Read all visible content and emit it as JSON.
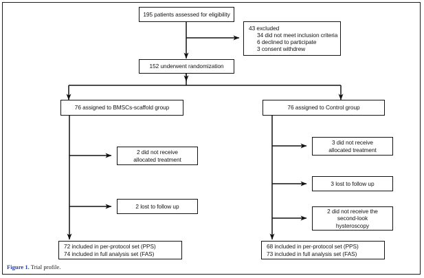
{
  "figure": {
    "caption_label": "Figure 1.",
    "caption_text": " Trial profile.",
    "caption_label_color": "#2a3f9d"
  },
  "chart_data": {
    "type": "diagram",
    "title": "Trial profile",
    "diagram_kind": "CONSORT participant flow chart",
    "nodes": [
      {
        "id": "enrollment",
        "lines": [
          "195 patients assessed for eligibility"
        ],
        "count": 195
      },
      {
        "id": "excluded",
        "lines": [
          "43 excluded",
          "34 did not meet inclusion criteria",
          "6 declined to participate",
          "3 consent withdrew"
        ],
        "count": 43
      },
      {
        "id": "randomized",
        "lines": [
          "152 underwent randomization"
        ],
        "count": 152
      },
      {
        "id": "arm-bmscs",
        "lines": [
          "76 assigned to BMSCs-scaffold group"
        ],
        "count": 76
      },
      {
        "id": "arm-control",
        "lines": [
          "76 assigned to Control group"
        ],
        "count": 76
      },
      {
        "id": "bmscs-no-treatment",
        "lines": [
          "2 did not receive",
          "allocated treatment"
        ],
        "count": 2
      },
      {
        "id": "bmscs-lost",
        "lines": [
          "2 lost to follow up"
        ],
        "count": 2
      },
      {
        "id": "control-no-treatment",
        "lines": [
          "3 did not receive",
          "allocated treatment"
        ],
        "count": 3
      },
      {
        "id": "control-lost",
        "lines": [
          "3 lost to follow up"
        ],
        "count": 3
      },
      {
        "id": "control-no-hysteroscopy",
        "lines": [
          "2 did not receive the",
          "second-look",
          "hysteroscopy"
        ],
        "count": 2
      },
      {
        "id": "bmscs-analysis",
        "lines": [
          "72 included in per-protocol set (PPS)",
          "74 included in full analysis set (FAS)"
        ],
        "pps": 72,
        "fas": 74
      },
      {
        "id": "control-analysis",
        "lines": [
          "68 included in per-protocol set (PPS)",
          "73 included in full analysis set (FAS)"
        ],
        "pps": 68,
        "fas": 73
      }
    ],
    "edges": [
      {
        "from": "enrollment",
        "to": "excluded",
        "style": "arrow-right"
      },
      {
        "from": "enrollment",
        "to": "randomized",
        "style": "arrow-down"
      },
      {
        "from": "randomized",
        "to": "arm-bmscs",
        "style": "split-down"
      },
      {
        "from": "randomized",
        "to": "arm-control",
        "style": "split-down"
      },
      {
        "from": "arm-bmscs",
        "to": "bmscs-no-treatment",
        "style": "arrow-right"
      },
      {
        "from": "arm-bmscs",
        "to": "bmscs-lost",
        "style": "arrow-right"
      },
      {
        "from": "arm-bmscs",
        "to": "bmscs-analysis",
        "style": "arrow-down"
      },
      {
        "from": "arm-control",
        "to": "control-no-treatment",
        "style": "arrow-right"
      },
      {
        "from": "arm-control",
        "to": "control-lost",
        "style": "arrow-right"
      },
      {
        "from": "arm-control",
        "to": "control-no-hysteroscopy",
        "style": "arrow-right"
      },
      {
        "from": "arm-control",
        "to": "control-analysis",
        "style": "arrow-down"
      }
    ],
    "line_color": "#111111",
    "box_fill": "#ffffff"
  },
  "boxes": {
    "enrollment": {
      "l0": "195 patients assessed for eligibility"
    },
    "excluded": {
      "l0": "43 excluded",
      "l1": "34 did not meet inclusion criteria",
      "l2": "6 declined to participate",
      "l3": "3 consent withdrew"
    },
    "randomized": {
      "l0": "152 underwent randomization"
    },
    "arm_bmscs": {
      "l0": "76 assigned to BMSCs-scaffold group"
    },
    "arm_control": {
      "l0": "76 assigned to Control group"
    },
    "bmscs_no_treatment": {
      "l0": "2 did not receive",
      "l1": "allocated treatment"
    },
    "bmscs_lost": {
      "l0": "2 lost to follow up"
    },
    "control_no_treatment": {
      "l0": "3 did not receive",
      "l1": "allocated treatment"
    },
    "control_lost": {
      "l0": "3 lost to follow up"
    },
    "control_no_hysteroscopy": {
      "l0": "2 did not receive the",
      "l1": "second-look",
      "l2": "hysteroscopy"
    },
    "bmscs_analysis": {
      "l0": "72 included in per-protocol set (PPS)",
      "l1": "74 included in full analysis set (FAS)"
    },
    "control_analysis": {
      "l0": "68 included in per-protocol set (PPS)",
      "l1": "73 included in full analysis set (FAS)"
    }
  }
}
